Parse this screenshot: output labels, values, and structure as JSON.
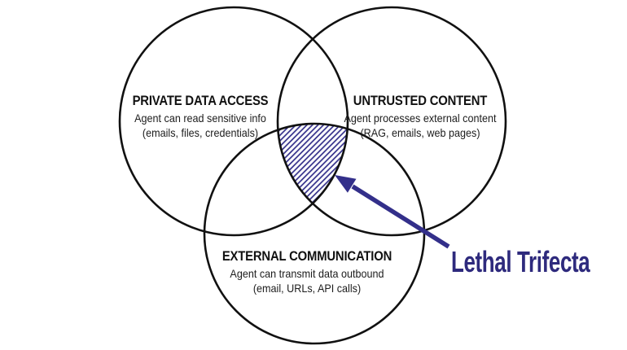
{
  "diagram": {
    "circles": [
      {
        "title": "PRIVATE DATA ACCESS",
        "line1": "Agent can read sensitive info",
        "line2": "(emails, files, credentials)"
      },
      {
        "title": "UNTRUSTED CONTENT",
        "line1": "Agent processes external content",
        "line2": "(RAG, emails, web pages)"
      },
      {
        "title": "EXTERNAL COMMUNICATION",
        "line1": "Agent can transmit data outbound",
        "line2": "(email, URLs, API calls)"
      }
    ],
    "annotation": {
      "label": "Lethal Trifecta"
    },
    "colors": {
      "background": "#ffffff",
      "circle_stroke": "#111111",
      "accent_navy": "#332f8a",
      "label_navy": "#2e2a7d"
    }
  }
}
